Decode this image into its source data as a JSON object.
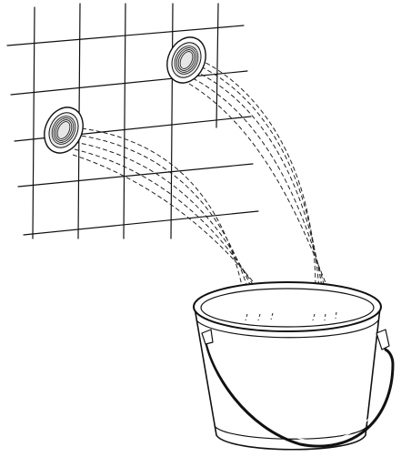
{
  "figure": {
    "elements": [
      "tile-wall",
      "pipe-outlet-upper",
      "pipe-outlet-lower",
      "water-stream-upper",
      "water-stream-lower",
      "bucket"
    ],
    "colors": {
      "background": "#ffffff",
      "line": "#111111",
      "water": "#222222",
      "pipe_shade": "#cfcfcf"
    }
  }
}
